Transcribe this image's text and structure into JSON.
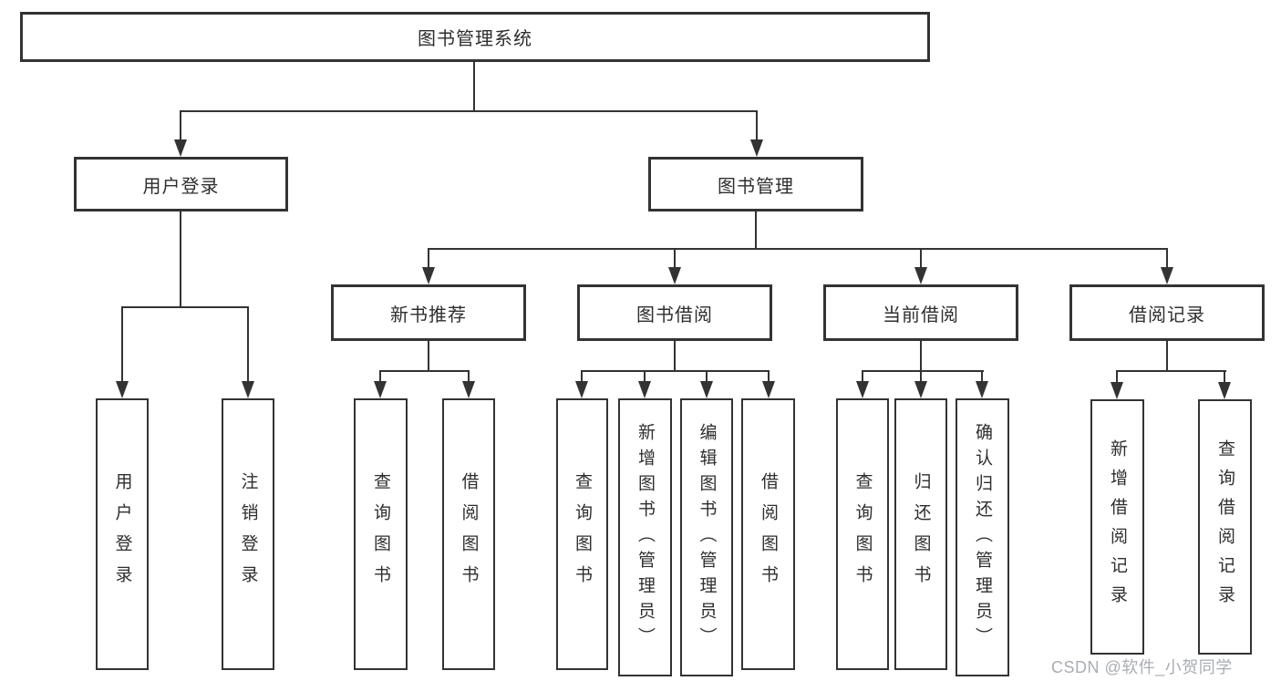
{
  "diagram": {
    "title": "图书管理系统",
    "watermark": "CSDN @软件_小贺同学",
    "colors": {
      "line": "#333333",
      "box_border": "#333333",
      "text": "#2e2e2e",
      "watermark_text": "#a9adb3",
      "background": "#ffffff"
    },
    "nodes": {
      "root": {
        "label": "图书管理系统"
      },
      "level2": [
        {
          "label": "用户登录"
        },
        {
          "label": "图书管理"
        }
      ],
      "level3": [
        {
          "label": "新书推荐"
        },
        {
          "label": "图书借阅"
        },
        {
          "label": "当前借阅"
        },
        {
          "label": "借阅记录"
        }
      ],
      "level4": [
        {
          "label": "用户登录",
          "parent": "用户登录"
        },
        {
          "label": "注销登录",
          "parent": "用户登录"
        },
        {
          "label": "查询图书",
          "parent": "新书推荐"
        },
        {
          "label": "借阅图书",
          "parent": "新书推荐"
        },
        {
          "label": "查询图书",
          "parent": "图书借阅"
        },
        {
          "label": "新增图书（管理员）",
          "parent": "图书借阅"
        },
        {
          "label": "编辑图书（管理员）",
          "parent": "图书借阅"
        },
        {
          "label": "借阅图书",
          "parent": "图书借阅"
        },
        {
          "label": "查询图书",
          "parent": "当前借阅"
        },
        {
          "label": "归还图书",
          "parent": "当前借阅"
        },
        {
          "label": "确认归还（管理员）",
          "parent": "当前借阅"
        },
        {
          "label": "新增借阅记录",
          "parent": "借阅记录"
        },
        {
          "label": "查询借阅记录",
          "parent": "借阅记录"
        }
      ]
    }
  }
}
